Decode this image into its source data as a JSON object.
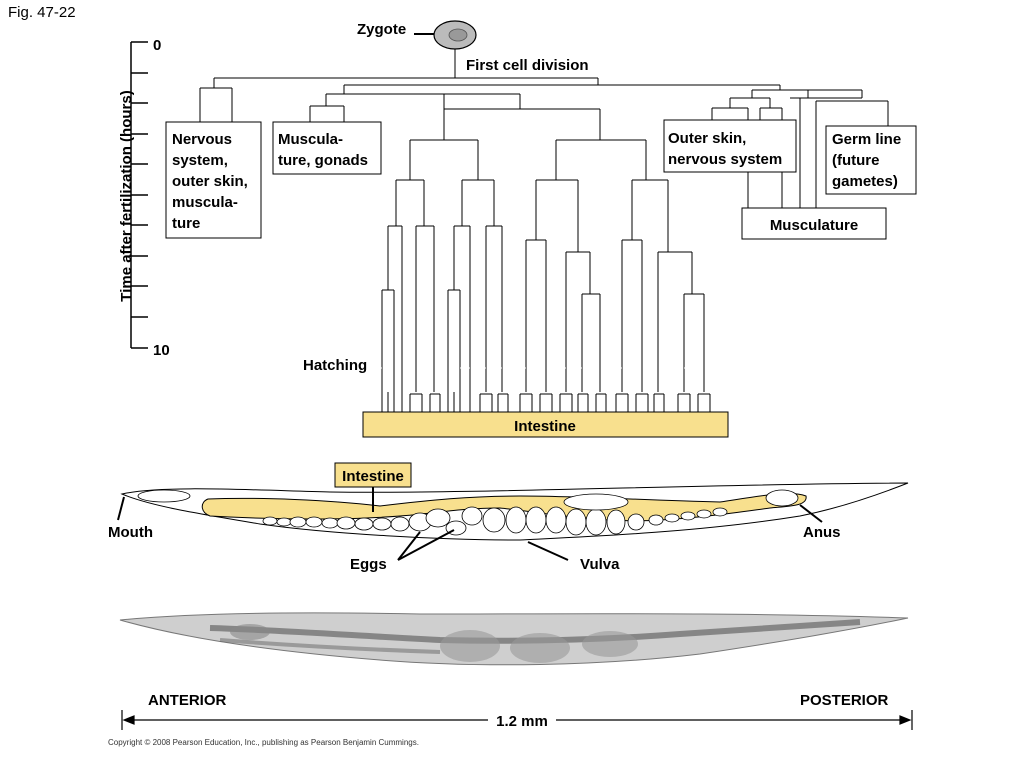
{
  "figure_label": "Fig. 47-22",
  "axis": {
    "label": "Time after fertilization (hours)",
    "tick_top": "0",
    "tick_bottom": "10"
  },
  "lineage": {
    "zygote": "Zygote",
    "first_division": "First cell division",
    "hatching": "Hatching",
    "intestine_bar": "Intestine",
    "boxes": {
      "nervous": [
        "Nervous",
        "system,",
        "outer skin,",
        "muscula-",
        "ture"
      ],
      "musculature_gonads": [
        "Muscula-",
        "ture, gonads"
      ],
      "outer_skin": [
        "Outer skin,",
        "nervous system"
      ],
      "germ_line": [
        "Germ line",
        "(future",
        "gametes)"
      ],
      "musculature": "Musculature"
    }
  },
  "worm": {
    "intestine_label": "Intestine",
    "mouth": "Mouth",
    "anus": "Anus",
    "eggs": "Eggs",
    "vulva": "Vulva"
  },
  "scale": {
    "anterior": "ANTERIOR",
    "posterior": "POSTERIOR",
    "length": "1.2 mm"
  },
  "copyright": "Copyright © 2008 Pearson Education, Inc., publishing as Pearson Benjamin Cummings.",
  "colors": {
    "intestine_fill": "#f8e08e",
    "intestine_stroke": "#000000",
    "zygote_fill": "#bbbbbb",
    "micrograph": "#8a8a8a"
  }
}
